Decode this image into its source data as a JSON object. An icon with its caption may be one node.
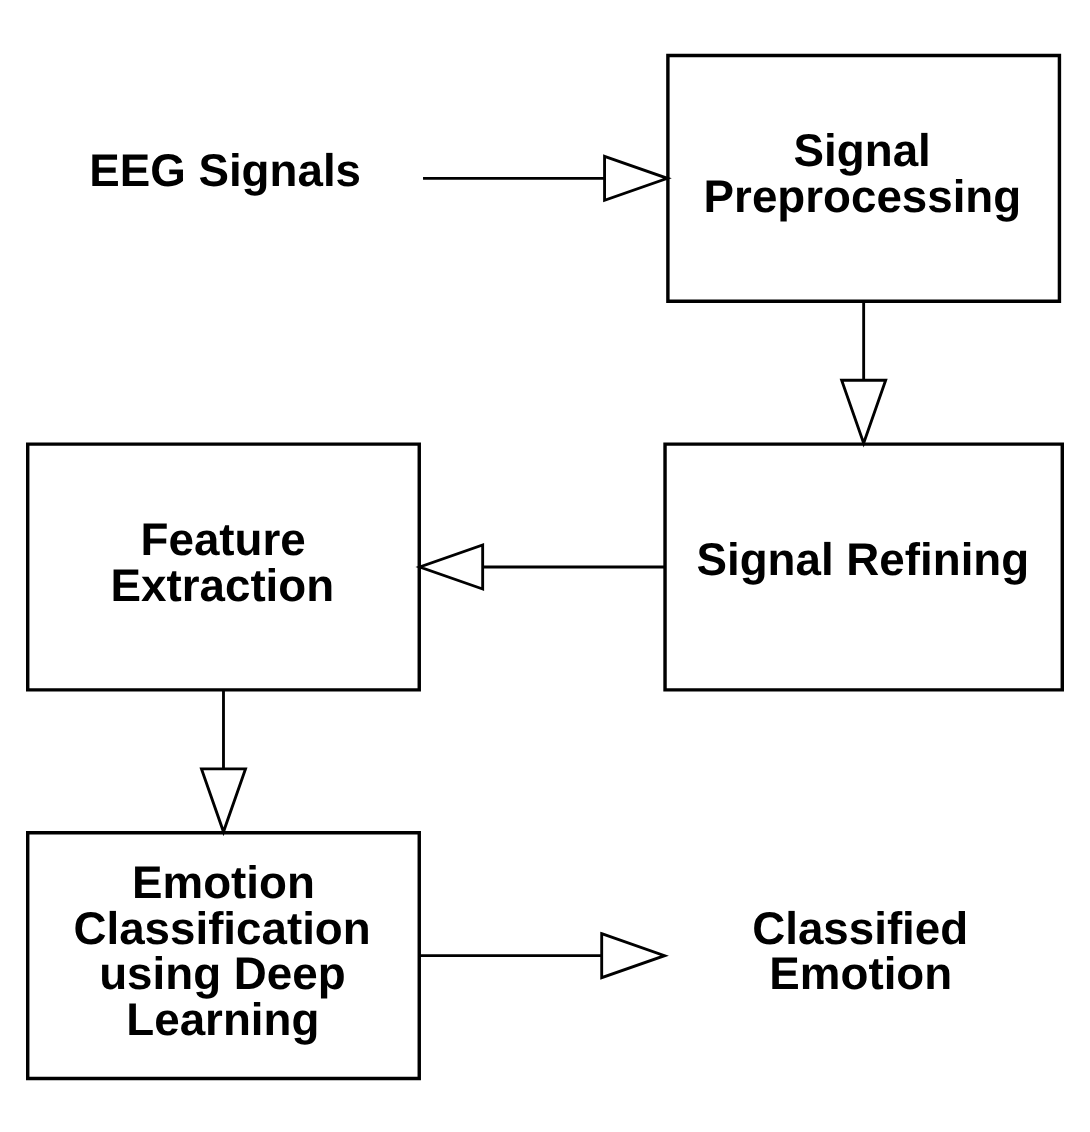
{
  "diagram": {
    "nodes": [
      {
        "text": [
          "EEG Signals"
        ]
      },
      {
        "text": [
          "Signal Preprocessing"
        ]
      },
      {
        "text": [
          "Signal Refining"
        ]
      },
      {
        "text": [
          "Feature Extraction"
        ]
      },
      {
        "text": [
          "Emotion Classification using Deep Learning"
        ]
      },
      {
        "text": [
          "Classified Emotion"
        ]
      }
    ],
    "edges": [
      {
        "from": 0,
        "to": 1,
        "arrow": "to"
      },
      {
        "from": 1,
        "to": 2,
        "arrow": "to"
      },
      {
        "from": 2,
        "to": 3,
        "arrow": "to"
      },
      {
        "from": 3,
        "to": 4,
        "arrow": "to"
      },
      {
        "from": 4,
        "to": 5,
        "arrow": "to"
      }
    ]
  }
}
